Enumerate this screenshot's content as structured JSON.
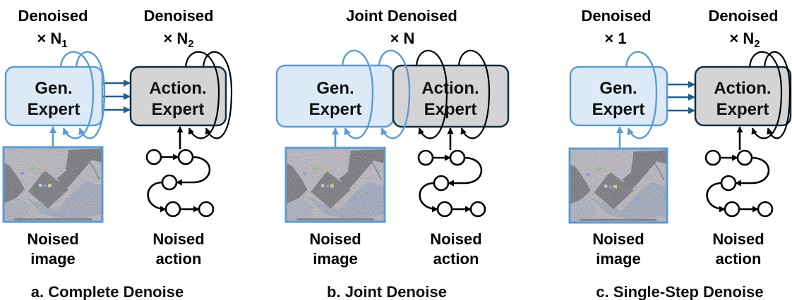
{
  "figure": {
    "panels": [
      {
        "id": "a",
        "caption": "a. Complete Denoise",
        "top_labels": [
          {
            "title": "Denoised",
            "multiplier": "× N",
            "subscript": "1"
          },
          {
            "title": "Denoised",
            "multiplier": "× N",
            "subscript": "2"
          }
        ],
        "gen_expert": {
          "line1": "Gen.",
          "line2": "Expert"
        },
        "action_expert": {
          "line1": "Action.",
          "line2": "Expert"
        },
        "input_image": {
          "line1": "Noised",
          "line2": "image"
        },
        "input_action": {
          "line1": "Noised",
          "line2": "action"
        }
      },
      {
        "id": "b",
        "caption": "b. Joint Denoise",
        "top_labels": [
          {
            "title": "Joint Denoised",
            "multiplier": "× N",
            "subscript": ""
          }
        ],
        "gen_expert": {
          "line1": "Gen.",
          "line2": "Expert"
        },
        "action_expert": {
          "line1": "Action.",
          "line2": "Expert"
        },
        "input_image": {
          "line1": "Noised",
          "line2": "image"
        },
        "input_action": {
          "line1": "Noised",
          "line2": "action"
        }
      },
      {
        "id": "c",
        "caption": "c. Single-Step Denoise",
        "top_labels": [
          {
            "title": "Denoised",
            "multiplier": "× 1",
            "subscript": ""
          },
          {
            "title": "Denoised",
            "multiplier": "× N",
            "subscript": "2"
          }
        ],
        "gen_expert": {
          "line1": "Gen.",
          "line2": "Expert"
        },
        "action_expert": {
          "line1": "Action.",
          "line2": "Expert"
        },
        "input_image": {
          "line1": "Noised",
          "line2": "image"
        },
        "input_action": {
          "line1": "Noised",
          "line2": "action"
        }
      }
    ]
  },
  "colors": {
    "gen_expert_fill": "#dde9f6",
    "gen_expert_stroke": "#5b9bd5",
    "action_expert_fill": "#d4d4d4",
    "action_expert_stroke": "#122c3d",
    "feature_arrow": "#1f5f8b",
    "denoise_loop_gen": "#5b9bd5",
    "denoise_loop_action": "#000000"
  }
}
